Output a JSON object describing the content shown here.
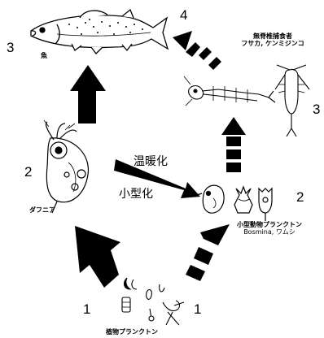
{
  "numbers": {
    "fish": "3",
    "fish_stage": "4",
    "daphnia": "2",
    "plankton_small": "2",
    "copepod": "3",
    "phyto_left": "1",
    "phyto_right": "1"
  },
  "labels": {
    "fish": "魚",
    "daphnia": "ダフニア",
    "small_zoo_line1": "小型動物プランクトン",
    "small_zoo_line2": "Bosmina, ワムシ",
    "predator_line1": "無脊椎捕食者",
    "predator_line2": "フサカ, ケンミジンコ",
    "phyto": "植物プランクトン"
  },
  "arrow_text": {
    "warming": "温暖化",
    "smaller": "小型化"
  },
  "colors": {
    "ink": "#000000",
    "background": "#ffffff"
  }
}
